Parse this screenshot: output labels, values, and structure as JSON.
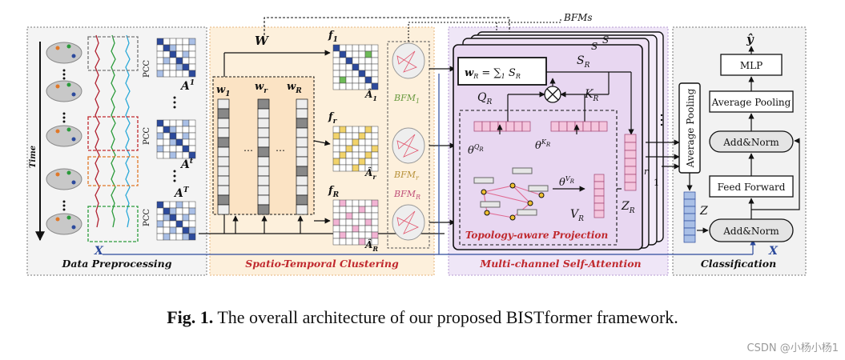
{
  "figure": {
    "panels": {
      "preprocessing": "Data Preprocessing",
      "clustering": "Spatio-Temporal Clustering",
      "attention": "Multi-channel Self-Attention",
      "classification": "Classification"
    },
    "preprocessing": {
      "time_label": "Time",
      "pcc": "PCC",
      "x_label": "X",
      "adjacency": [
        "A",
        "A",
        "A"
      ],
      "adjacency_sup": [
        "1",
        "t",
        "T"
      ]
    },
    "clustering": {
      "w_label": "W",
      "w_cols": [
        "w",
        "w",
        "w"
      ],
      "w_subs": [
        "1",
        "r",
        "R"
      ],
      "f_labels": [
        "f",
        "f",
        "f"
      ],
      "f_subs": [
        "1",
        "r",
        "R"
      ],
      "ahat_labels": [
        "Â",
        "Â",
        "Â"
      ],
      "ahat_subs": [
        "1",
        "r",
        "R"
      ],
      "bfm_labels": [
        "BFM",
        "BFM",
        "BFM"
      ],
      "bfm_subs": [
        "1",
        "r",
        "R"
      ]
    },
    "attention": {
      "bfms_label": "BFMs",
      "s_label": "S",
      "sr_label": "S",
      "sr_sub": "R",
      "wr_formula_lhs": "w",
      "wr_formula_rhs": " = ∑",
      "wr_formula_tail": "S",
      "q_label": "Q",
      "k_label": "K",
      "v_label": "V",
      "z_label": "Z",
      "theta": "θ",
      "theta_sups": [
        "Q",
        "K",
        "V"
      ],
      "r_sub": "R",
      "topology": "Topology-aware Projection",
      "avg_pool": "Average Pooling",
      "one": "1",
      "r_small": "r"
    },
    "classification": {
      "y_hat": "ŷ",
      "mlp": "MLP",
      "avg_pool": "Average Pooling",
      "add_norm": "Add&Norm",
      "feed_forward": "Feed Forward",
      "z_label": "Z",
      "x_label": "X"
    }
  },
  "caption": {
    "label": "Fig. 1.",
    "text": " The overall architecture of our proposed BISTformer framework."
  },
  "watermark": "CSDN @小杨小杨1",
  "colors": {
    "panel_pre": "#f4f4f4",
    "panel_cluster": "#fdf0dc",
    "panel_attn": "#efe6f7",
    "panel_cls": "#f2f2f2",
    "blue": "#2c4a9c",
    "orange": "#e07828",
    "purple": "#8a2a9a",
    "red_text": "#c0292e",
    "matrix_blue": "#a9bfe6",
    "green": "#6dbb57",
    "yellow": "#f2d36a",
    "pink": "#f2b3d3"
  }
}
